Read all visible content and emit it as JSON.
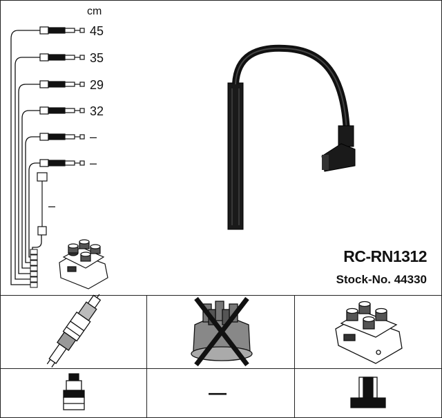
{
  "header": {
    "unit_label": "cm"
  },
  "cables": [
    {
      "length": "45"
    },
    {
      "length": "35"
    },
    {
      "length": "29"
    },
    {
      "length": "32"
    },
    {
      "length": "–"
    },
    {
      "length": "–"
    },
    {
      "length": "–"
    }
  ],
  "product": {
    "model": "RC-RN1312",
    "stock": "Stock-No. 44330"
  },
  "components": {
    "spark_plug": "spark-plug-icon",
    "distributor_cap": "distributor-cap-icon",
    "distributor_cap_status": "not-applicable",
    "ignition_coil": "ignition-coil-icon",
    "plug_terminal": "plug-terminal-icon",
    "cap_terminal_value": "—",
    "coil_terminal": "coil-terminal-icon"
  }
}
